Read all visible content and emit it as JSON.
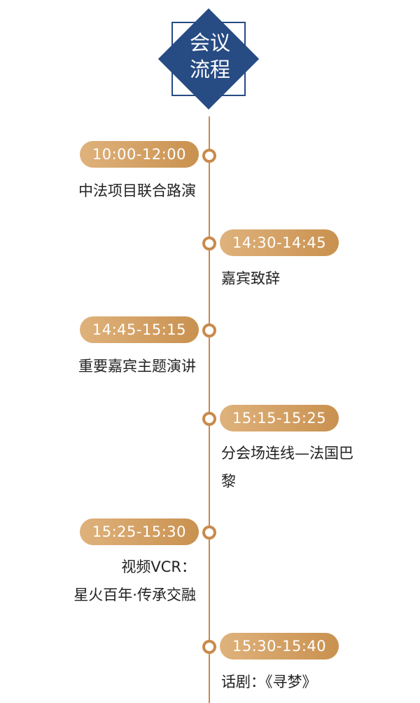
{
  "title": {
    "line1": "会议",
    "line2": "流程"
  },
  "colors": {
    "navy": "#274b83",
    "gold": "#c98a4c",
    "gold_light": "#dfb27c",
    "text": "#222222"
  },
  "items": [
    {
      "time": "10:00-12:00",
      "desc": "中法项目联合路演",
      "side": "left"
    },
    {
      "time": "14:30-14:45",
      "desc": "嘉宾致辞",
      "side": "right"
    },
    {
      "time": "14:45-15:15",
      "desc": "重要嘉宾主题演讲",
      "side": "left"
    },
    {
      "time": "15:15-15:25",
      "desc_line1": "分会场连线—法国巴",
      "desc_line2": "黎",
      "side": "right"
    },
    {
      "time": "15:25-15:30",
      "desc_line1": "视频VCR：",
      "desc_line2": "星火百年·传承交融",
      "side": "left"
    },
    {
      "time": "15:30-15:40",
      "desc": "话剧：《寻梦》",
      "side": "right"
    }
  ]
}
